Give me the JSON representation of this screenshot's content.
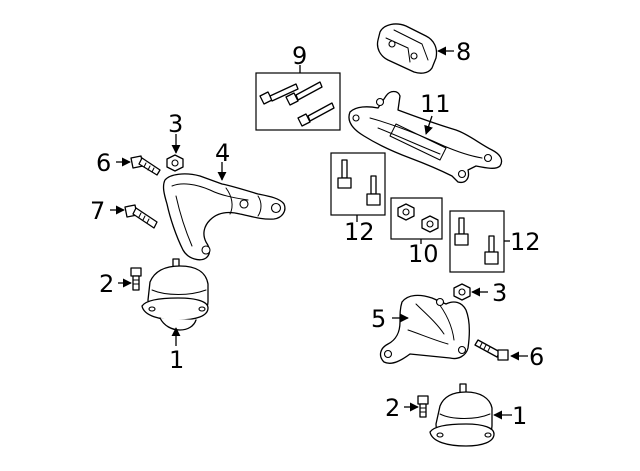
{
  "callouts": {
    "c1a": "1",
    "c1b": "1",
    "c2a": "2",
    "c2b": "2",
    "c3a": "3",
    "c3b": "3",
    "c4": "4",
    "c5": "5",
    "c6a": "6",
    "c6b": "6",
    "c7": "7",
    "c8": "8",
    "c9": "9",
    "c10": "10",
    "c11": "11",
    "c12a": "12",
    "c12b": "12"
  }
}
